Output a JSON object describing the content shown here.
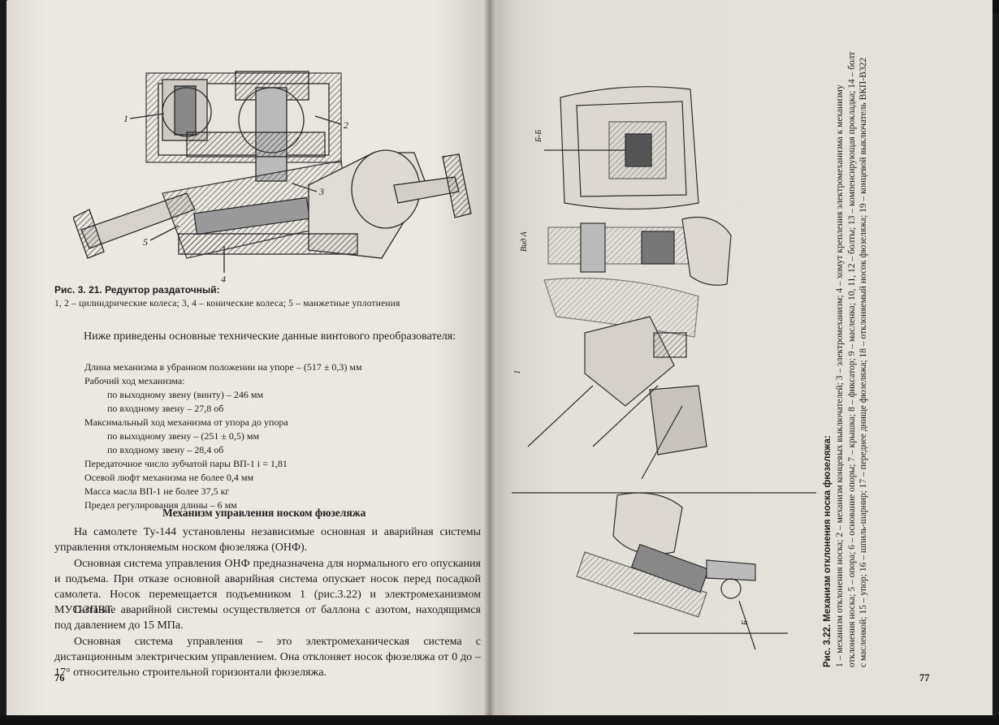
{
  "left_page": {
    "figure_caption_title": "Рис. 3. 21. Редуктор раздаточный:",
    "figure_caption_text": "1, 2 – цилиндрические колеса; 3, 4 – конические колеса; 5 – манжетные уплотнения",
    "figure_labels": [
      "1",
      "2",
      "3",
      "4",
      "5"
    ],
    "intro_paragraph": "Ниже приведены основные технические данные винтового преобразователя:",
    "specs": [
      "Длина механизма в убранном положении на упоре – (517 ± 0,3) мм",
      "Рабочий ход механизма:",
      "по выходному звену (винту) – 246 мм",
      "по входному звену – 27,8 об",
      "Максимальный ход механизма от упора до упора",
      "по выходному звену – (251 ± 0,5) мм",
      "по входному звену – 28,4 об",
      "Передаточное число зубчатой пары ВП-1  i = 1,81",
      "Осевой люфт механизма не более 0,4 мм",
      "Масса масла ВП-1 не более 37,5 кг",
      "Предел регулирования длины – 6 мм"
    ],
    "section_heading": "Механизм управления носком фюзеляжа",
    "paragraphs": [
      "На самолете Ту-144 установлены независимые основная и аварийная системы управления отклоняемым носком фюзеляжа (ОНФ).",
      "Основная система управления ОНФ предназначена для нормального его опускания и подъема. При отказе основной аварийная система опускает носок перед посадкой самолета. Носок перемещается подъемником 1 (рис.3.22) и электромеханизмом МУС-3ПВТ.",
      "Питание аварийной системы осуществляется от баллона с азотом, находящимся под давлением до 15 МПа.",
      "Основная система управления – это электромеханическая система с дистанционным электрическим управлением. Она отклоняет носок фюзеляжа от 0 до  –17° относительно строительной горизонтали фюзеляжа."
    ],
    "page_number": "76"
  },
  "right_page": {
    "figure_caption_title": "Рис. 3.22. Механизм отклонения носка фюзеляжа:",
    "figure_caption_text": "1 – механизм отклонения носка; 2 – механизм концевых выключателей; 3 – электромеханизм; 4 – хомут крепления электромеханизма к механизму отклонения носка; 5 – опора; 6 – основание опоры; 7 – крышка; 8 – фиксатор; 9 – масленка; 10, 11, 12 – болты; 13 – компенсирующая прокладка; 14 – болт с масленкой; 15 – упор; 16 – шпиль-шарнир; 17 – переднее днище фюзеляжа; 18 – отклоняемый носок фюзеляжа; 19 – концевой выключатель ВКП-В322",
    "figure_view_labels": [
      "Б-Б",
      "Вид А",
      "I",
      "Б"
    ],
    "page_number": "77"
  }
}
